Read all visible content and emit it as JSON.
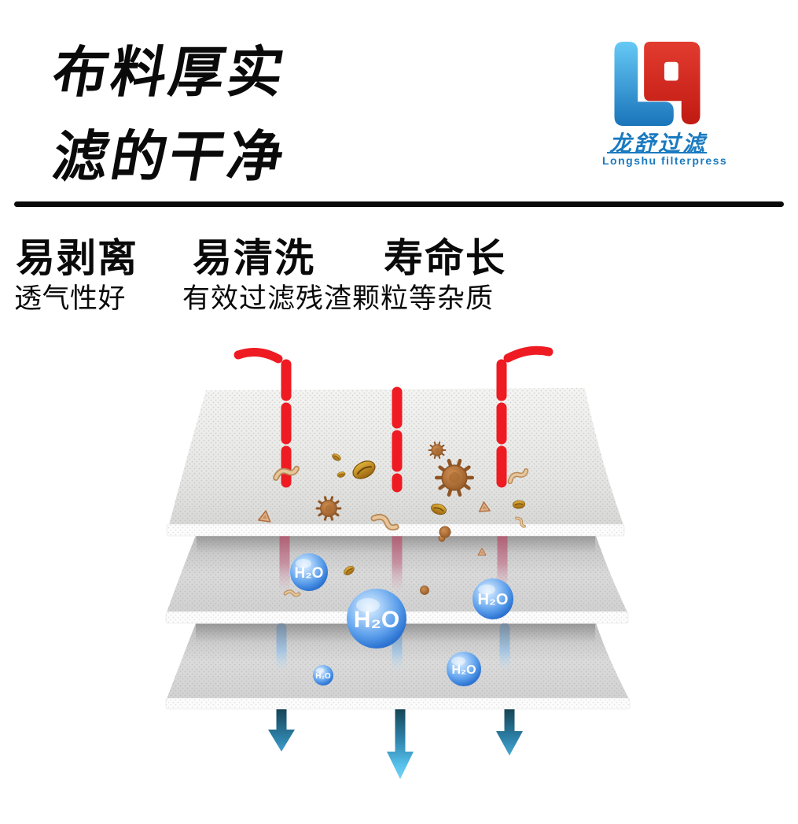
{
  "page": {
    "background": "#ffffff"
  },
  "header": {
    "title_line1": "布料厚实",
    "title_line2": "滤的干净"
  },
  "logo": {
    "monogram": "LS",
    "name_cn": "龙舒过滤",
    "name_en": "Longshu filterpress",
    "blue": "#1a7ac0",
    "red": "#d6281f"
  },
  "features": {
    "items": [
      "易剥离",
      "易清洗",
      "寿命长"
    ],
    "subitems": [
      "透气性好",
      "有效过滤残渣颗粒等杂质"
    ]
  },
  "diagram": {
    "layers": [
      "top-filter-layer",
      "middle-filter-layer",
      "bottom-filter-layer"
    ],
    "inflow_color": "#ee1b22",
    "outflow_color": "#57c2ec",
    "water_label": "H₂O",
    "bubbles": [
      {
        "label": "H₂O"
      },
      {
        "label": "H₂O"
      },
      {
        "label": "H₂O"
      },
      {
        "label": "H₂O"
      },
      {
        "label": "H₂O"
      }
    ]
  }
}
